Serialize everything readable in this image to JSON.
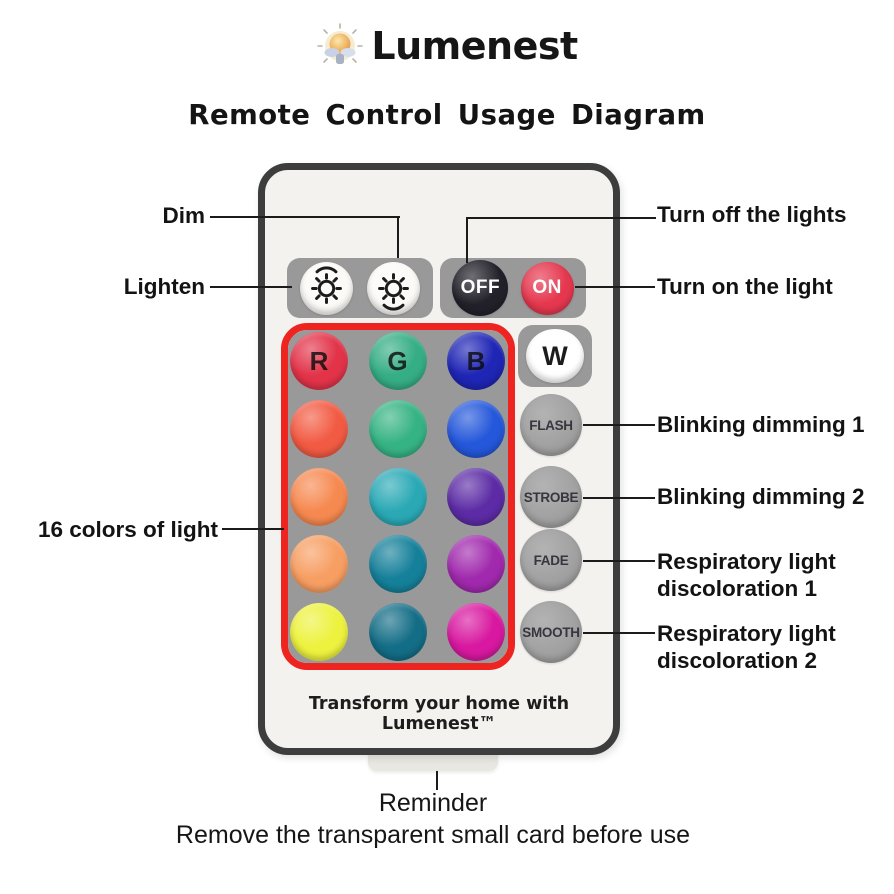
{
  "brand": {
    "name": "Lumenest",
    "trademark_tagline": "Transform your home with Lumenest™",
    "logo_icon": "lightbulb-logo-icon"
  },
  "title": "Remote Control Usage Diagram",
  "remote": {
    "power": {
      "off_label": "OFF",
      "on_label": "ON",
      "off_color": "#22212a",
      "on_color": "#e5384f"
    },
    "brightness": {
      "lighten_icon": "sun-brighten-icon",
      "dim_icon": "sun-dim-icon"
    },
    "white_button_label": "W",
    "modes": [
      "FLASH",
      "STROBE",
      "FADE",
      "SMOOTH"
    ],
    "grid": {
      "outline_color": "#ee2420",
      "rows": [
        {
          "labels": [
            "R",
            "G",
            "B"
          ],
          "colors": [
            "#e23349",
            "#35ad85",
            "#1f25b5"
          ]
        },
        {
          "labels": [
            "",
            "",
            ""
          ],
          "colors": [
            "#f25b43",
            "#36b384",
            "#2457da"
          ]
        },
        {
          "labels": [
            "",
            "",
            ""
          ],
          "colors": [
            "#f68950",
            "#2aa9b5",
            "#5c2ba5"
          ]
        },
        {
          "labels": [
            "",
            "",
            ""
          ],
          "colors": [
            "#f79e62",
            "#15809a",
            "#a029ad"
          ]
        },
        {
          "labels": [
            "",
            "",
            ""
          ],
          "colors": [
            "#edf23e",
            "#136d86",
            "#d818a0"
          ]
        }
      ]
    }
  },
  "callouts": {
    "dim": "Dim",
    "lighten": "Lighten",
    "colors16": "16 colors of light",
    "turn_off": "Turn off the lights",
    "turn_on": "Turn on the light",
    "flash": "Blinking dimming 1",
    "strobe": "Blinking dimming 2",
    "fade": "Respiratory light discoloration 1",
    "smooth": "Respiratory light discoloration 2"
  },
  "footer": {
    "reminder_title": "Reminder",
    "reminder_text": "Remove the transparent small card before use"
  }
}
